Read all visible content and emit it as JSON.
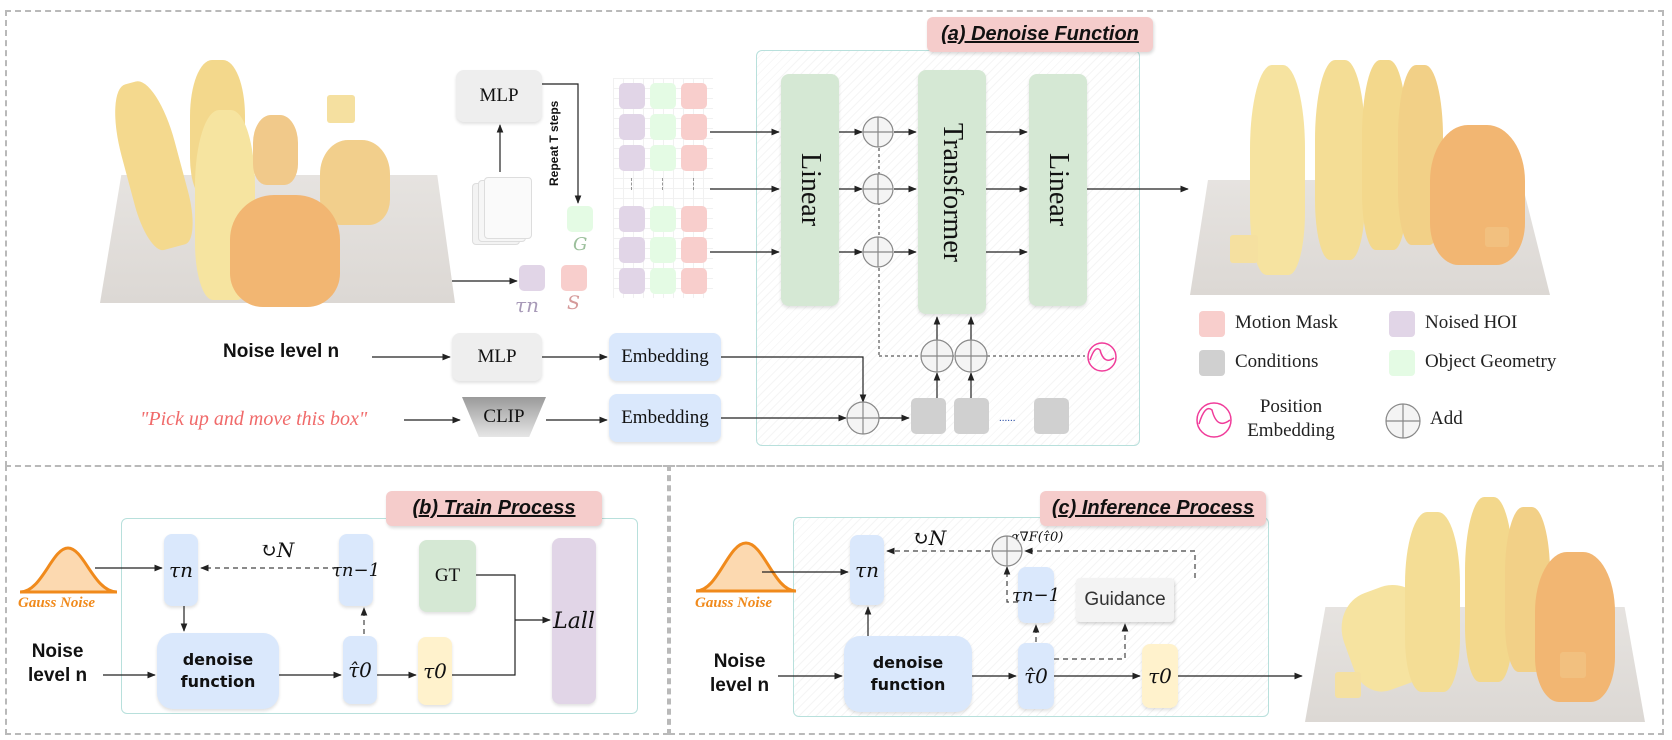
{
  "panel_a": {
    "title": "(a) Denoise Function",
    "mlp_top": "MLP",
    "repeat_label": "Repeat T steps",
    "g_label": "G",
    "tau_n_label": "τn",
    "s_label": "S",
    "linear_in": "Linear",
    "transformer": "Transformer",
    "linear_out": "Linear",
    "noise_level_label": "Noise level n",
    "mlp_noise": "MLP",
    "embedding_1": "Embedding",
    "text_prompt": "\"Pick up and  move this box\"",
    "clip": "CLIP",
    "embedding_2": "Embedding",
    "ellipsis": "......"
  },
  "legend": {
    "items": [
      {
        "label": "Motion Mask",
        "color": "#f8cecc"
      },
      {
        "label": "Noised HOI",
        "color": "#e1d5e7"
      },
      {
        "label": "Conditions",
        "color": "#d0d0d0"
      },
      {
        "label": "Object Geometry",
        "color": "#e4fbe4"
      }
    ],
    "position_embedding": "Position Embedding",
    "add": "Add"
  },
  "panel_b": {
    "title": "(b) Train Process",
    "gauss_noise": "Gauss Noise",
    "tau_n": "τn",
    "loop": "↻N",
    "tau_n_minus_1": "τn−1",
    "gt": "GT",
    "loss": "Lall",
    "noise_level": [
      "Noise",
      "level n"
    ],
    "denoise": [
      "denoise",
      "function"
    ],
    "tau_hat_0": "τ̂0",
    "tau_0": "τ0"
  },
  "panel_c": {
    "title": "(c) Inference Process",
    "gauss_noise": "Gauss Noise",
    "tau_n": "τn",
    "loop": "↻N",
    "gradient": "−α∇F(τ̂0)",
    "tau_n_minus_1": "τn−1",
    "guidance": "Guidance",
    "noise_level": [
      "Noise",
      "level n"
    ],
    "denoise": [
      "denoise",
      "function"
    ],
    "tau_hat_0": "τ̂0",
    "tau_0": "τ0"
  },
  "colors": {
    "linear_green": "#d5e8d4",
    "embedding_blue": "#dae8fc",
    "title_tag": "#f5cccb",
    "gauss_orange": "#f08a1c",
    "prompt_red": "#f06a6a",
    "pos_embed_pink": "#f03c9a"
  }
}
